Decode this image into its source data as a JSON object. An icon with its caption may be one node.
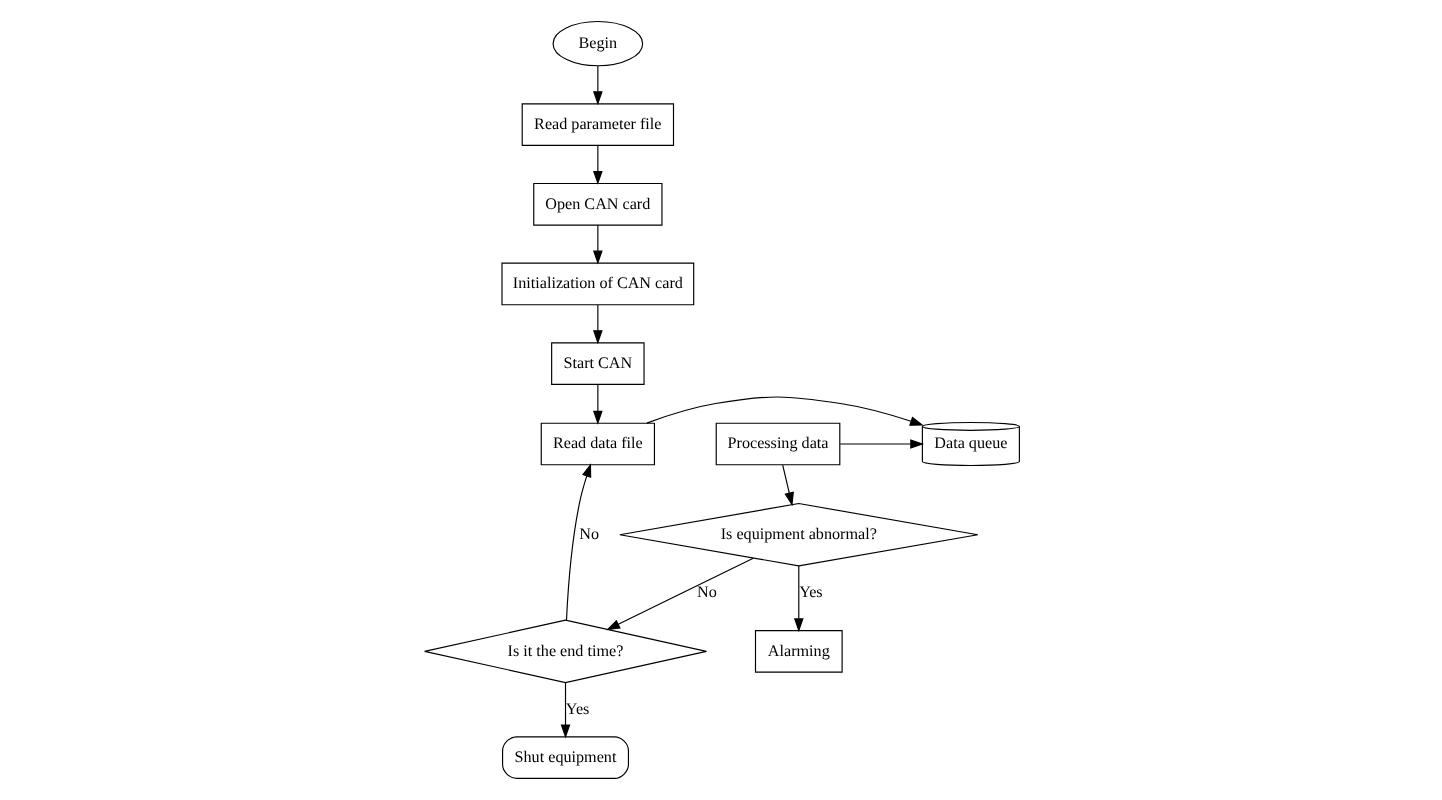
{
  "diagram": {
    "nodes": [
      {
        "text": [
          "Begin"
        ]
      },
      {
        "text": [
          "Read parameter file"
        ]
      },
      {
        "text": [
          "Open CAN card"
        ]
      },
      {
        "text": [
          "Initialization of CAN card"
        ]
      },
      {
        "text": [
          "Start CAN"
        ]
      },
      {
        "text": [
          "Read data file"
        ]
      },
      {
        "text": [
          "Data queue"
        ]
      },
      {
        "text": [
          "Processing data"
        ]
      },
      {
        "text": [
          "Alarming"
        ]
      },
      {
        "text": [
          "Is equipment abnormal?"
        ]
      },
      {
        "text": [
          "Is it the end time?"
        ]
      },
      {
        "text": [
          "Shut equipment"
        ]
      }
    ],
    "edges": [
      {
        "from": 0,
        "to": 1,
        "arrow": "to"
      },
      {
        "from": 1,
        "to": 2,
        "arrow": "to"
      },
      {
        "from": 2,
        "to": 3,
        "arrow": "to"
      },
      {
        "from": 3,
        "to": 4,
        "arrow": "to"
      },
      {
        "from": 4,
        "to": 5,
        "arrow": "to"
      },
      {
        "from": 5,
        "to": 6,
        "arrow": "to"
      },
      {
        "from": 7,
        "to": 6,
        "arrow": "to"
      },
      {
        "from": 7,
        "to": 9,
        "arrow": "to"
      },
      {
        "from": 9,
        "to": 8,
        "arrow": "to",
        "label": "Yes"
      },
      {
        "from": 9,
        "to": 10,
        "arrow": "to",
        "label": "No"
      },
      {
        "from": 10,
        "to": 5,
        "arrow": "to",
        "label": "No"
      },
      {
        "from": 10,
        "to": 11,
        "arrow": "to",
        "label": "Yes"
      }
    ]
  }
}
